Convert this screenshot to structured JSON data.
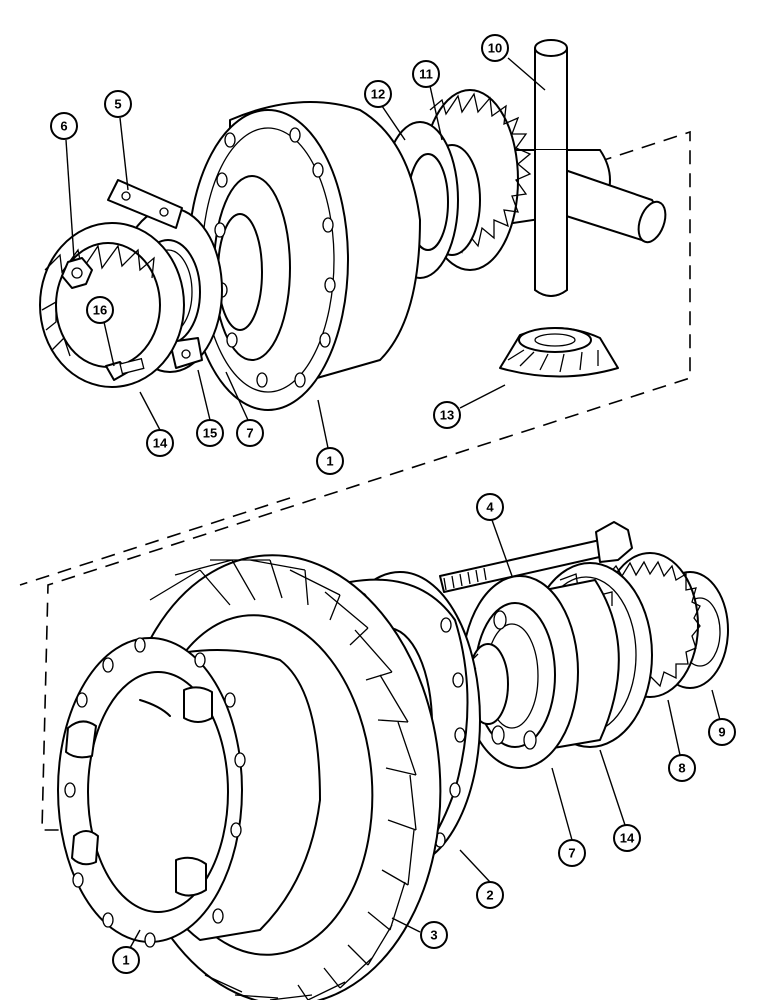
{
  "diagram": {
    "callouts": [
      {
        "id": "c10",
        "label": "10"
      },
      {
        "id": "c11",
        "label": "11"
      },
      {
        "id": "c12",
        "label": "12"
      },
      {
        "id": "c5",
        "label": "5"
      },
      {
        "id": "c6",
        "label": "6"
      },
      {
        "id": "c16",
        "label": "16"
      },
      {
        "id": "c14a",
        "label": "14"
      },
      {
        "id": "c15",
        "label": "15"
      },
      {
        "id": "c7a",
        "label": "7"
      },
      {
        "id": "c1a",
        "label": "1"
      },
      {
        "id": "c13",
        "label": "13"
      },
      {
        "id": "c4",
        "label": "4"
      },
      {
        "id": "c9",
        "label": "9"
      },
      {
        "id": "c8",
        "label": "8"
      },
      {
        "id": "c14b",
        "label": "14"
      },
      {
        "id": "c7b",
        "label": "7"
      },
      {
        "id": "c2",
        "label": "2"
      },
      {
        "id": "c3",
        "label": "3"
      },
      {
        "id": "c1b",
        "label": "1"
      }
    ]
  }
}
